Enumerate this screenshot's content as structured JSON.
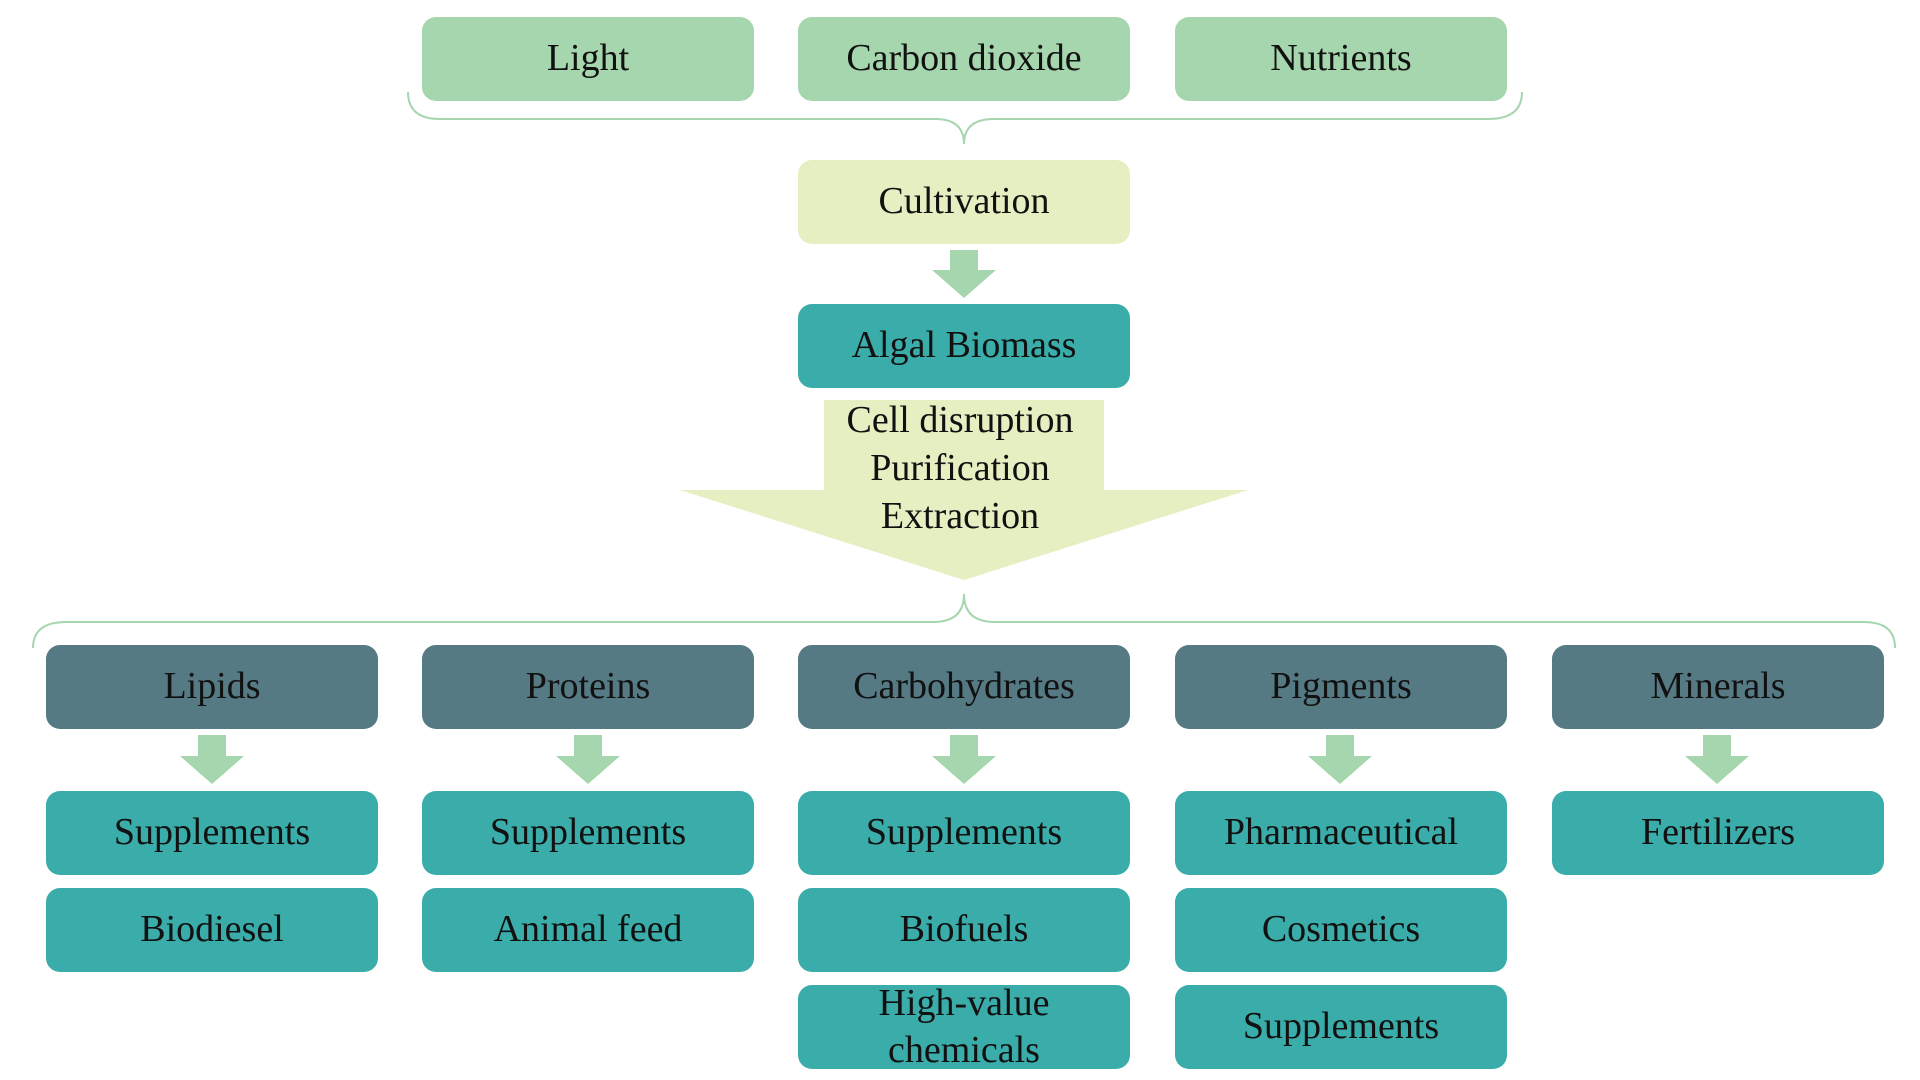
{
  "inputs": [
    "Light",
    "Carbon dioxide",
    "Nutrients"
  ],
  "cultivation": "Cultivation",
  "biomass": "Algal Biomass",
  "processes": [
    "Cell disruption",
    "Purification",
    "Extraction"
  ],
  "components": [
    {
      "name": "Lipids",
      "products": [
        "Supplements",
        "Biodiesel"
      ]
    },
    {
      "name": "Proteins",
      "products": [
        "Supplements",
        "Animal feed"
      ]
    },
    {
      "name": "Carbohydrates",
      "products": [
        "Supplements",
        "Biofuels",
        "High-value chemicals"
      ]
    },
    {
      "name": "Pigments",
      "products": [
        "Pharmaceutical",
        "Cosmetics",
        "Supplements"
      ]
    },
    {
      "name": "Minerals",
      "products": [
        "Fertilizers"
      ]
    }
  ],
  "colors": {
    "input": "#a6d6ad",
    "cultivation": "#e6efc1",
    "biomass": "#3aaca9",
    "component": "#557a84",
    "product": "#3aaca9",
    "arrow": "#a6d6ad"
  }
}
